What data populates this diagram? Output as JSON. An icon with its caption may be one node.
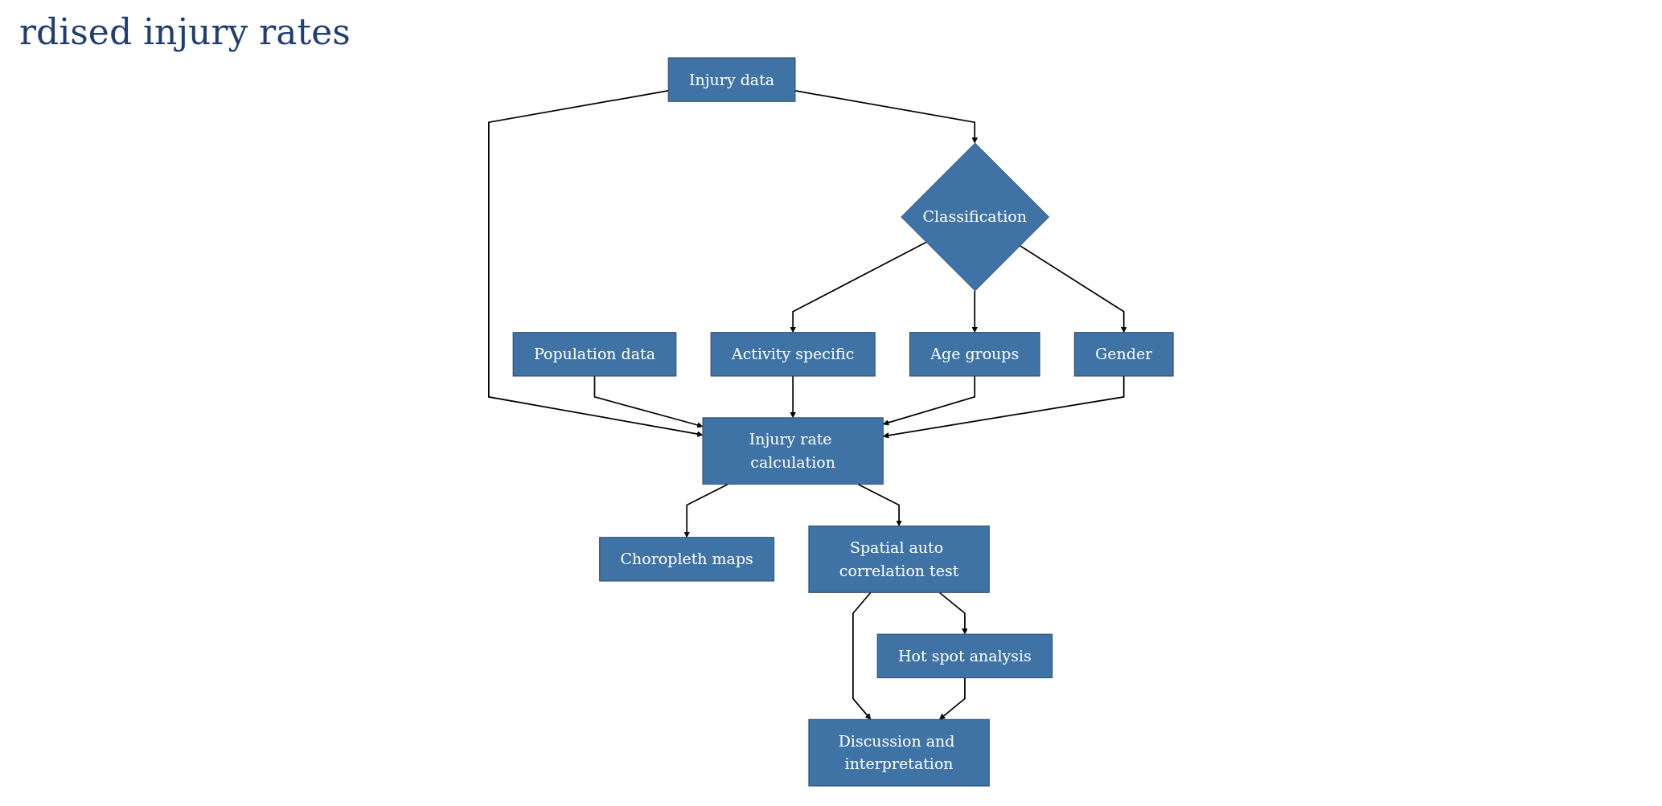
{
  "diagram": {
    "title": "rdised injury rates",
    "nodes": [
      {
        "text": [
          "Injury data"
        ]
      },
      {
        "text": [
          "Classification"
        ]
      },
      {
        "text": [
          "Population data"
        ]
      },
      {
        "text": [
          "Injury rate calculation"
        ]
      },
      {
        "text": [
          "Activity specific"
        ]
      },
      {
        "text": [
          "Choropleth maps"
        ]
      },
      {
        "text": [
          "Spatial auto correlation test"
        ]
      },
      {
        "text": [
          "Age groups"
        ]
      },
      {
        "text": [
          "Discussion and interpretation"
        ]
      },
      {
        "text": [
          "Hot spot analysis"
        ]
      },
      {
        "text": [
          "Gender"
        ]
      }
    ],
    "edges": [
      {
        "from": 0,
        "to": 1,
        "arrow": "to"
      },
      {
        "from": 0,
        "to": 3,
        "arrow": "to"
      },
      {
        "from": 1,
        "to": 4,
        "arrow": "to"
      },
      {
        "from": 1,
        "to": 7,
        "arrow": "to"
      },
      {
        "from": 1,
        "to": 10,
        "arrow": "to"
      },
      {
        "from": 2,
        "to": 3,
        "arrow": "to"
      },
      {
        "from": 3,
        "to": 5,
        "arrow": "to"
      },
      {
        "from": 4,
        "to": 3,
        "arrow": "to"
      },
      {
        "from": 7,
        "to": 3,
        "arrow": "to"
      },
      {
        "from": 10,
        "to": 3,
        "arrow": "to"
      },
      {
        "from": 3,
        "to": 6,
        "arrow": "to"
      },
      {
        "from": 6,
        "to": 9,
        "arrow": "to"
      },
      {
        "from": 6,
        "to": 8,
        "arrow": "to"
      },
      {
        "from": 9,
        "to": 8,
        "arrow": "to"
      }
    ]
  }
}
